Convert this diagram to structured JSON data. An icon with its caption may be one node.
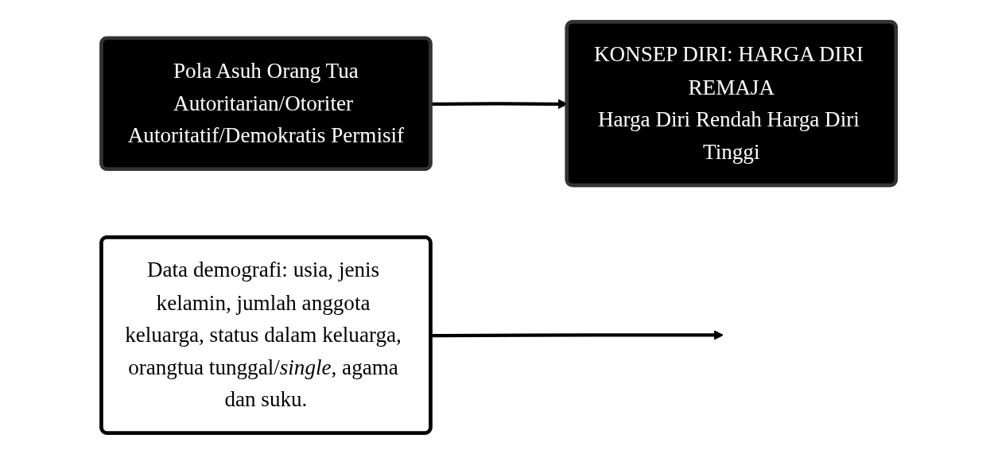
{
  "diagram": {
    "nodes": [
      {
        "text": [
          "Pola Asuh Orang Tua",
          "Autoritarian/Otoriter Autoritatif/Demokratis Permisif"
        ]
      },
      {
        "text": [
          "KONSEP DIRI: HARGA DIRI REMAJA",
          "Harga Diri Rendah Harga Diri Tinggi"
        ]
      },
      {
        "text": [
          "Data demografi: usia, jenis kelamin, jumlah anggota keluarga, status dalam keluarga, orangtua tunggal/*single*, agama dan suku."
        ]
      }
    ],
    "edges": [
      {
        "from": 0,
        "to": 1,
        "arrow": "to"
      },
      {
        "from": 2,
        "to": null,
        "arrow": "to"
      }
    ]
  }
}
